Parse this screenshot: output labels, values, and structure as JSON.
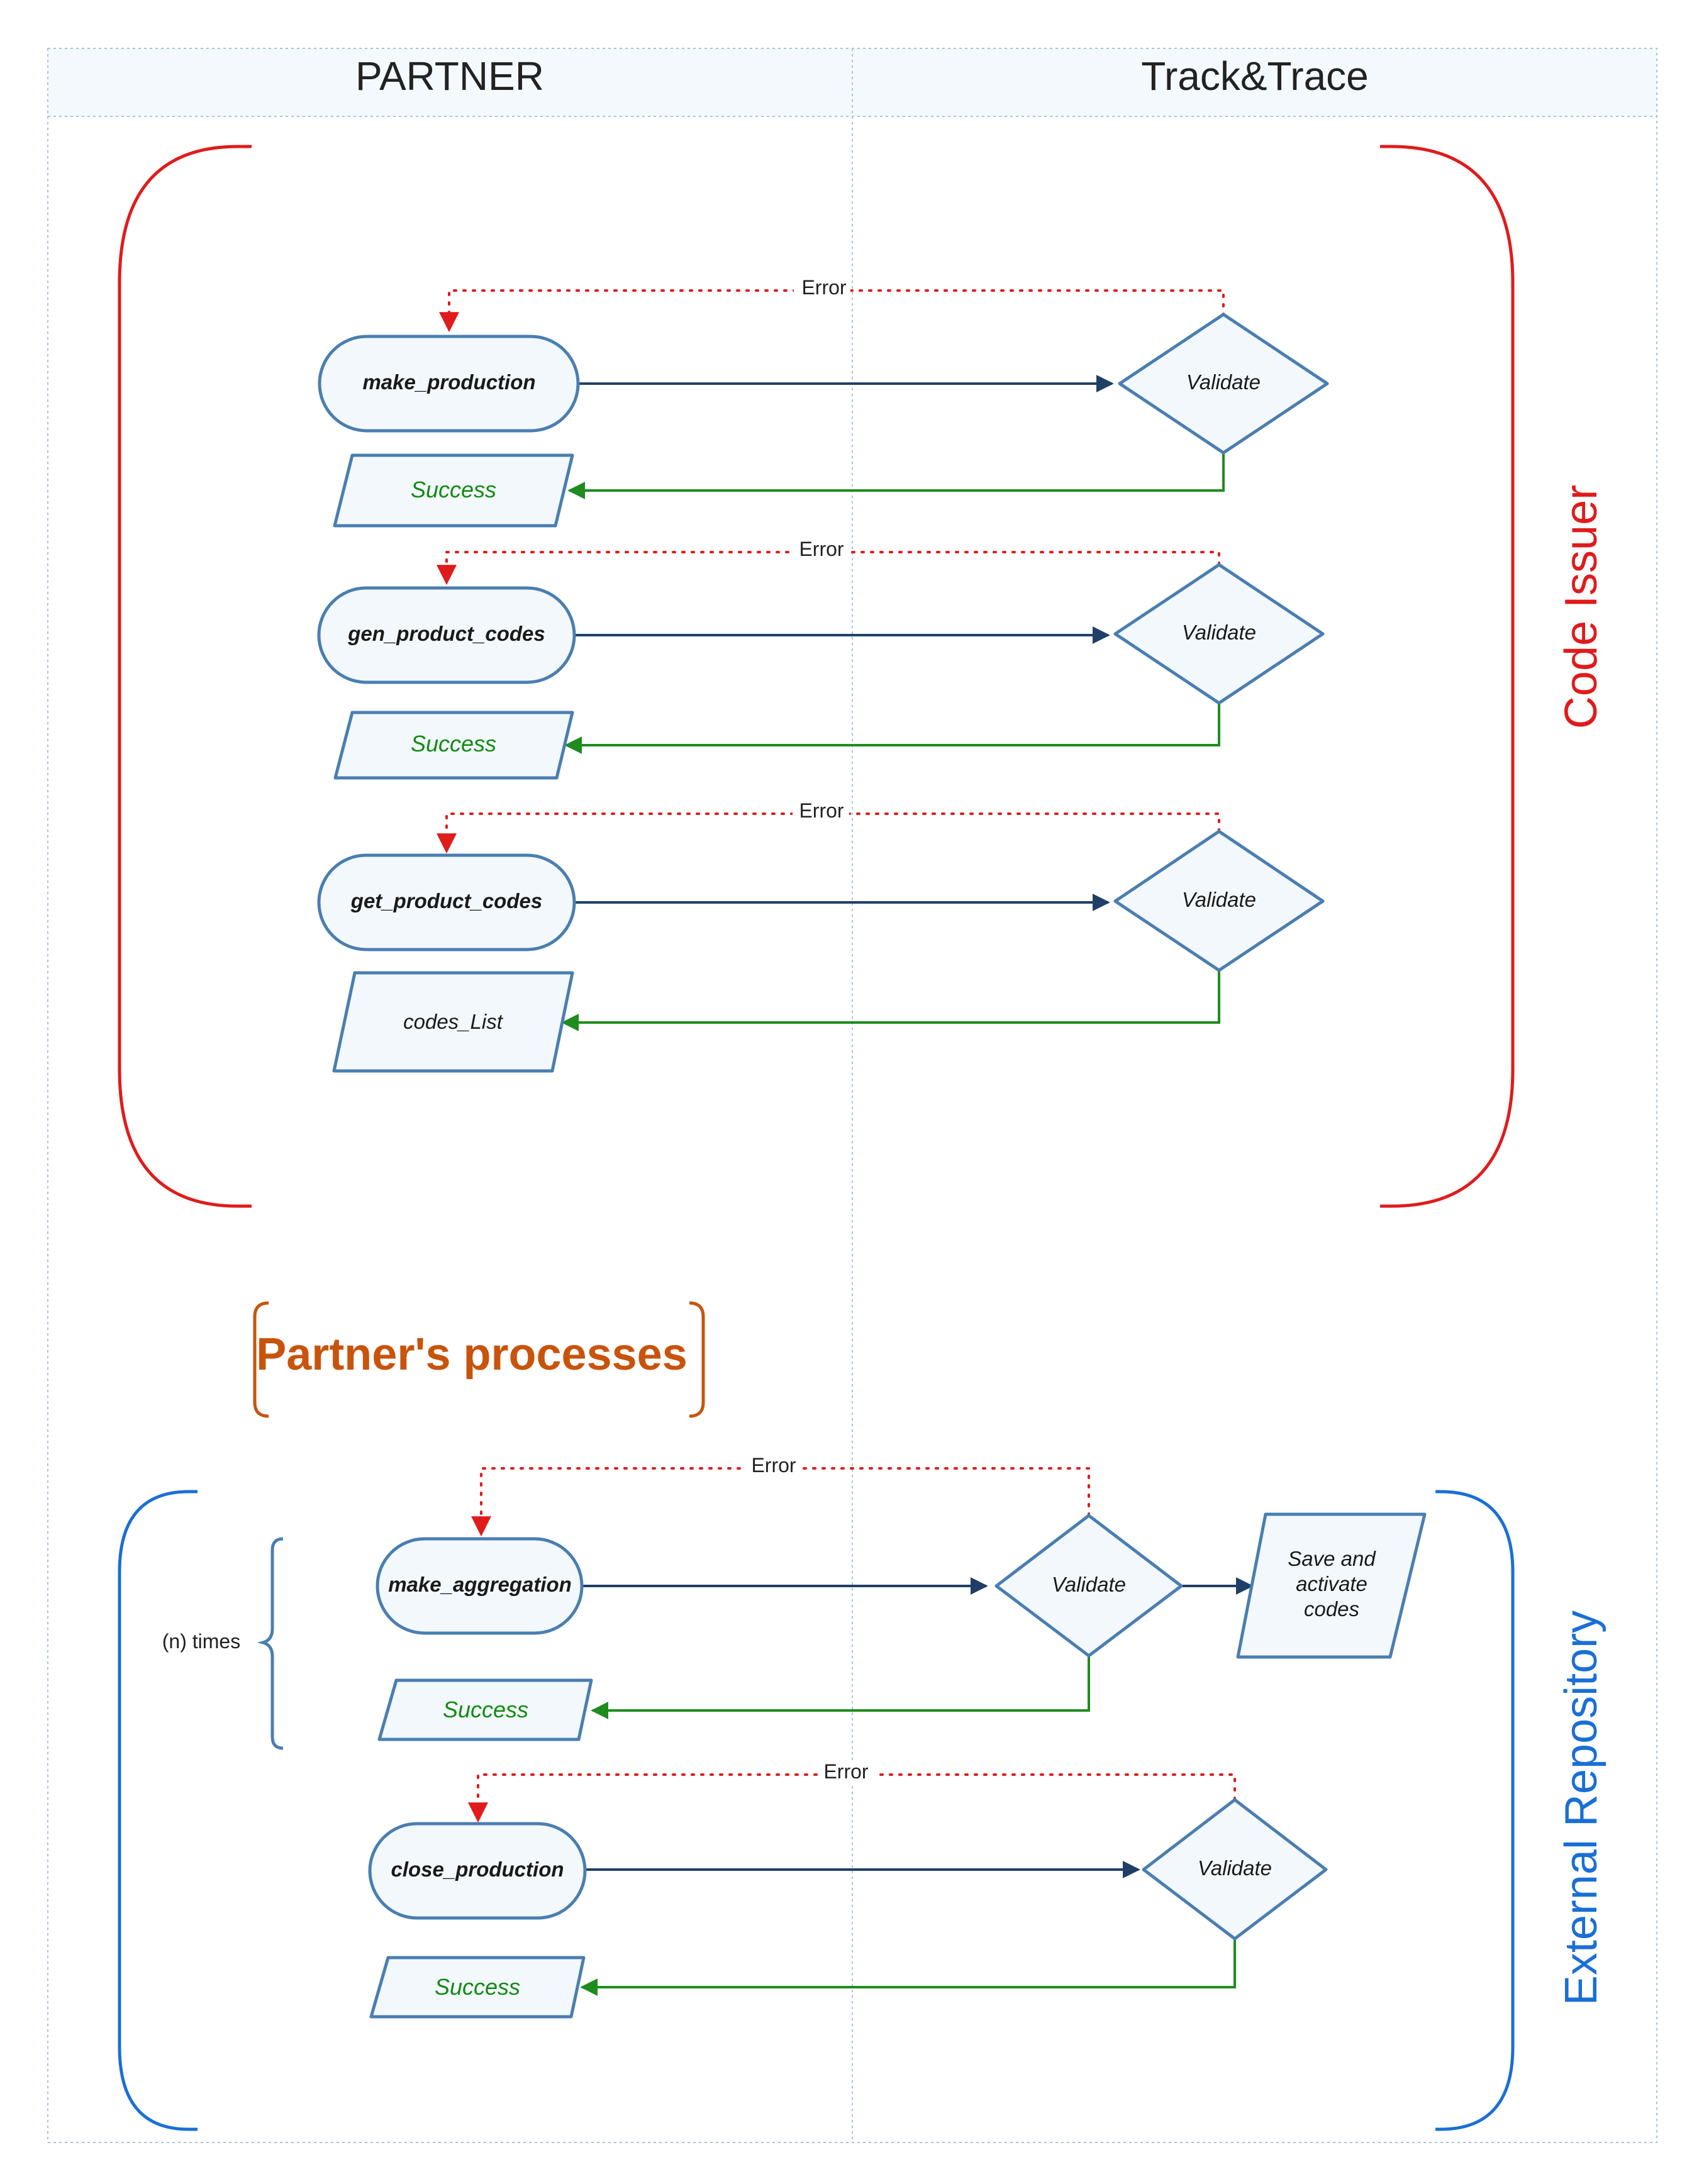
{
  "lanes": {
    "partner": "PARTNER",
    "track_trace": "Track&Trace"
  },
  "groups": {
    "code_issuer": "Code Issuer",
    "partners_processes": "Partner's processes",
    "external_repository": "External Repository"
  },
  "colors": {
    "code_issuer": "#e01b1b",
    "partners_processes": "#c8540c",
    "external_repository": "#1a6fd6",
    "node_stroke": "#4a7eb0",
    "node_fill": "#f3f8fd",
    "flow_arrow": "#1f3f66",
    "success_arrow": "#1e8c1e",
    "error_line": "#e01b1b"
  },
  "flows": [
    {
      "action": "make_production",
      "decision": "Validate",
      "result": "Success",
      "error": "Error"
    },
    {
      "action": "gen_product_codes",
      "decision": "Validate",
      "result": "Success",
      "error": "Error"
    },
    {
      "action": "get_product_codes",
      "decision": "Validate",
      "result": "codes_List",
      "error": "Error"
    },
    {
      "action": "make_aggregation",
      "decision": "Validate",
      "result": "Success",
      "error": "Error",
      "extra_step": [
        "Save and",
        "activate",
        "codes"
      ]
    },
    {
      "action": "close_production",
      "decision": "Validate",
      "result": "Success",
      "error": "Error"
    }
  ],
  "repeat_note": "(n) times"
}
